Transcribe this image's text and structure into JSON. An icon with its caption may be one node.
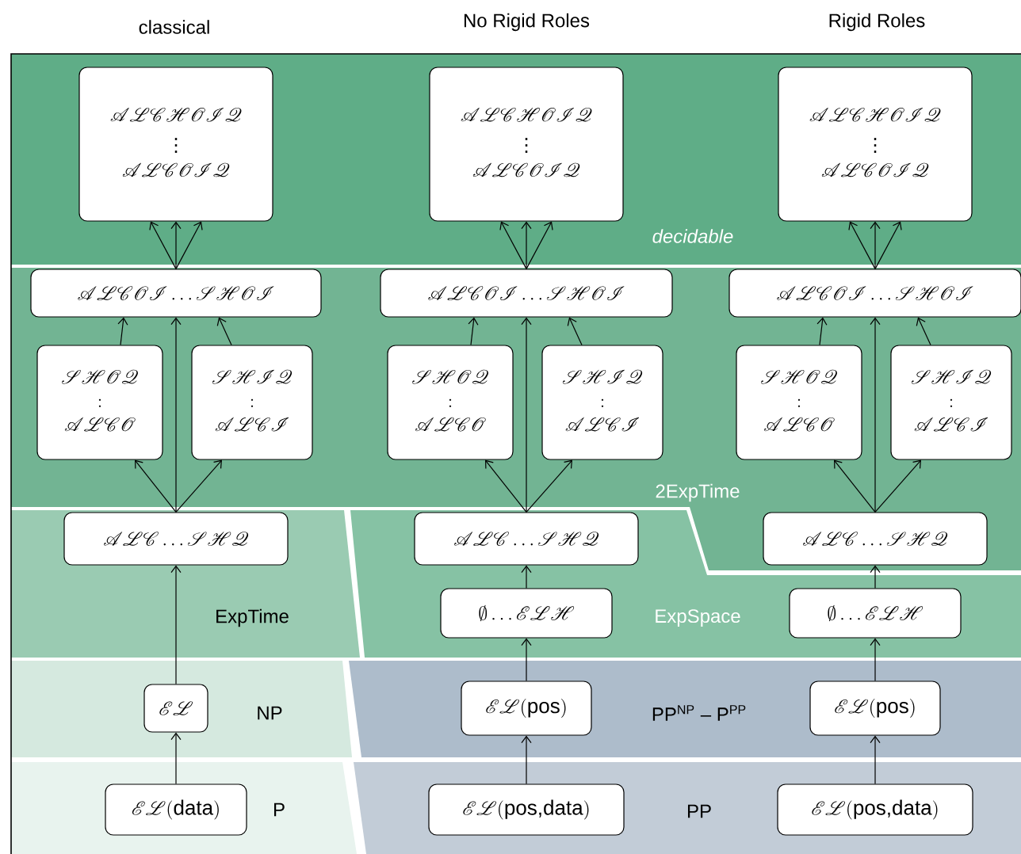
{
  "diagram": {
    "nodes": [
      {
        "text": [
          "\\begin{array}{c}\\mathscr{ALCHOIQ}\\\\ \\vdots\\\\ \\mathscr{ALCOIQ}\\end{array}"
        ]
      },
      {
        "text": [
          "\\begin{array}{c}\\mathscr{ALCHOIQ}\\\\ \\vdots\\\\ \\mathscr{ALCOIQ}\\end{array}"
        ]
      },
      {
        "text": [
          "\\begin{array}{c}\\mathscr{ALCHOIQ}\\\\ \\vdots\\\\ \\mathscr{ALCOIQ}\\end{array}"
        ]
      },
      {
        "text": [
          "\\mathscr{ALCOI}\\ldots\\mathscr{SHOI}"
        ]
      },
      {
        "text": [
          "\\mathscr{ALCOI}\\ldots\\mathscr{SHOI}"
        ]
      },
      {
        "text": [
          "\\mathscr{ALCOI}\\ldots\\mathscr{SHOI}"
        ]
      },
      {
        "text": [
          "\\begin{array}{c}\\mathscr{SHOQ}\\\\ :\\\\ \\mathscr{ALCO}\\end{array}"
        ]
      },
      {
        "text": [
          "\\begin{array}{c}\\mathscr{SHIQ}\\\\ :\\\\ \\mathscr{ALCI}\\end{array}"
        ]
      },
      {
        "text": [
          "\\begin{array}{c}\\mathscr{SHOQ}\\\\ :\\\\ \\mathscr{ALCO}\\end{array}"
        ]
      },
      {
        "text": [
          "\\begin{array}{c}\\mathscr{SHIQ}\\\\ :\\\\ \\mathscr{ALCI}\\end{array}"
        ]
      },
      {
        "text": [
          "\\begin{array}{c}\\mathscr{SHOQ}\\\\ :\\\\ \\mathscr{ALCO}\\end{array}"
        ]
      },
      {
        "text": [
          "\\begin{array}{c}\\mathscr{SHIQ}\\\\ :\\\\ \\mathscr{ALCI}\\end{array}"
        ]
      },
      {
        "text": [
          "\\mathscr{ALC}\\ldots\\mathscr{SHQ}"
        ]
      },
      {
        "text": [
          "\\mathscr{ALC}\\ldots\\mathscr{SHQ}"
        ]
      },
      {
        "text": [
          "\\mathscr{ALC}\\ldots\\mathscr{SHQ}"
        ]
      },
      {
        "text": [
          "\\emptyset\\ldots\\mathscr{ELH}"
        ]
      },
      {
        "text": [
          "\\emptyset\\ldots\\mathscr{ELH}"
        ]
      },
      {
        "text": [
          "\\mathscr{EL}"
        ]
      },
      {
        "text": [
          "\\mathscr{EL}(\\text{pos})"
        ]
      },
      {
        "text": [
          "\\mathscr{EL}(\\text{pos})"
        ]
      },
      {
        "text": [
          "\\mathscr{EL}(\\text{data})"
        ]
      },
      {
        "text": [
          "\\mathscr{EL}(\\text{pos,data})"
        ]
      },
      {
        "text": [
          "\\mathscr{EL}(\\text{pos,data})"
        ]
      }
    ],
    "edges": [
      {
        "from": 3,
        "to": 0,
        "arrow": "to"
      },
      {
        "from": 3,
        "to": 0,
        "arrow": "to"
      },
      {
        "from": 3,
        "to": 0,
        "arrow": "to"
      },
      {
        "from": 4,
        "to": 1,
        "arrow": "to"
      },
      {
        "from": 4,
        "to": 1,
        "arrow": "to"
      },
      {
        "from": 4,
        "to": 1,
        "arrow": "to"
      },
      {
        "from": 5,
        "to": 2,
        "arrow": "to"
      },
      {
        "from": 5,
        "to": 2,
        "arrow": "to"
      },
      {
        "from": 5,
        "to": 2,
        "arrow": "to"
      },
      {
        "from": 6,
        "to": 3,
        "arrow": "to"
      },
      {
        "from": 7,
        "to": 3,
        "arrow": "to"
      },
      {
        "from": 8,
        "to": 4,
        "arrow": "to"
      },
      {
        "from": 9,
        "to": 4,
        "arrow": "to"
      },
      {
        "from": 10,
        "to": 5,
        "arrow": "to"
      },
      {
        "from": 11,
        "to": 5,
        "arrow": "to"
      },
      {
        "from": 12,
        "to": 6,
        "arrow": "to"
      },
      {
        "from": 12,
        "to": 3,
        "arrow": "to"
      },
      {
        "from": 12,
        "to": 7,
        "arrow": "to"
      },
      {
        "from": 13,
        "to": 8,
        "arrow": "to"
      },
      {
        "from": 13,
        "to": 4,
        "arrow": "to"
      },
      {
        "from": 13,
        "to": 9,
        "arrow": "to"
      },
      {
        "from": 14,
        "to": 10,
        "arrow": "to"
      },
      {
        "from": 14,
        "to": 5,
        "arrow": "to"
      },
      {
        "from": 14,
        "to": 11,
        "arrow": "to"
      },
      {
        "from": 15,
        "to": 13,
        "arrow": "to"
      },
      {
        "from": 16,
        "to": 14,
        "arrow": "to"
      },
      {
        "from": 17,
        "to": 12,
        "arrow": "to"
      },
      {
        "from": 18,
        "to": 15,
        "arrow": "to"
      },
      {
        "from": 19,
        "to": 16,
        "arrow": "to"
      },
      {
        "from": 20,
        "to": 17,
        "arrow": "to"
      },
      {
        "from": 21,
        "to": 18,
        "arrow": "to"
      },
      {
        "from": 22,
        "to": 19,
        "arrow": "to"
      }
    ],
    "labels": [
      "classical",
      "No Rigid Roles",
      "Rigid Roles",
      "decidable",
      "2ExpTime",
      "ExpTime",
      "ExpSpace",
      "NP",
      "PP$^{NP}$ – P$^{PP}$",
      "P",
      "PP"
    ]
  }
}
